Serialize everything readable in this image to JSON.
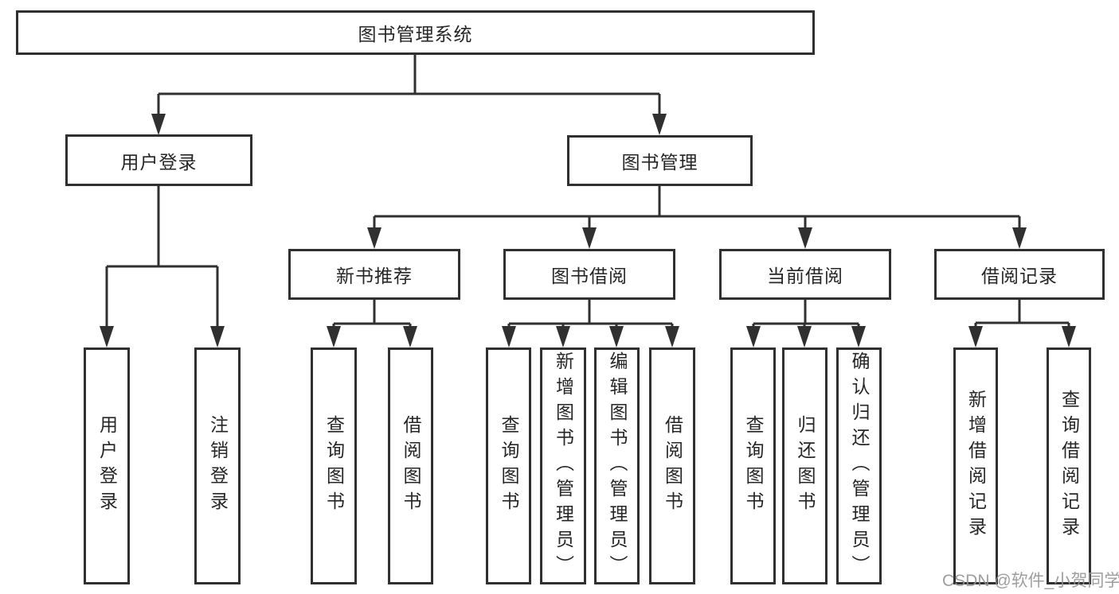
{
  "watermark": "CSDN @软件_小贺同学",
  "colors": {
    "line": "#303030",
    "text": "#262626",
    "watermark": "#949494"
  },
  "tree": {
    "label": "图书管理系统",
    "children": [
      {
        "label": "用户登录",
        "children": [
          {
            "label": "用户登录"
          },
          {
            "label": "注销登录"
          }
        ]
      },
      {
        "label": "图书管理",
        "children": [
          {
            "label": "新书推荐",
            "children": [
              {
                "label": "查询图书"
              },
              {
                "label": "借阅图书"
              }
            ]
          },
          {
            "label": "图书借阅",
            "children": [
              {
                "label": "查询图书"
              },
              {
                "label": "新增图书（管理员）"
              },
              {
                "label": "编辑图书（管理员）"
              },
              {
                "label": "借阅图书"
              }
            ]
          },
          {
            "label": "当前借阅",
            "children": [
              {
                "label": "查询图书"
              },
              {
                "label": "归还图书"
              },
              {
                "label": "确认归还（管理员）"
              }
            ]
          },
          {
            "label": "借阅记录",
            "children": [
              {
                "label": "新增借阅记录"
              },
              {
                "label": "查询借阅记录"
              }
            ]
          }
        ]
      }
    ]
  }
}
